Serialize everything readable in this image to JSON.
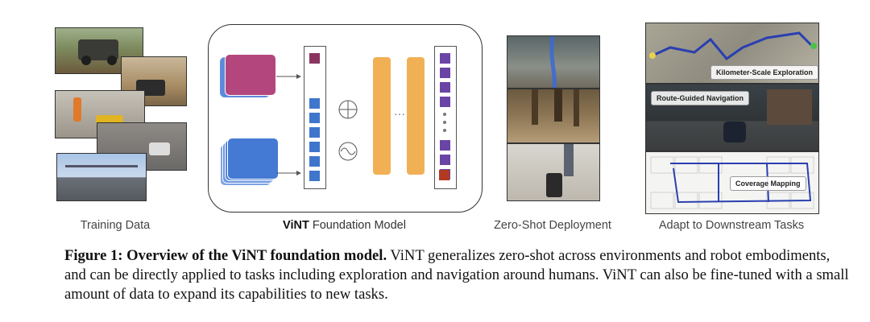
{
  "panels": {
    "training": {
      "caption": "Training Data"
    },
    "model": {
      "caption_bold": "ViNT",
      "caption_rest": " Foundation Model",
      "ellipsis": "···"
    },
    "deployment": {
      "caption": "Zero-Shot Deployment"
    },
    "downstream": {
      "caption": "Adapt to Downstream Tasks",
      "tasks": [
        "Kilometer-Scale Exploration",
        "Route-Guided Navigation",
        "Coverage Mapping"
      ]
    }
  },
  "figure": {
    "label": "Figure 1:",
    "title": "Overview of the ViNT foundation model.",
    "body": "ViNT generalizes zero-shot across environments and robot embodiments, and can be directly applied to tasks including exploration and navigation around humans. ViNT can also be fine-tuned with a small amount of data to expand its capabilities to new tasks."
  },
  "colors": {
    "goal_image": "#b3477d",
    "obs_image": "#4479d4",
    "token_blue": "#3f76cc",
    "token_purple": "#6a45a6",
    "transformer": "#f2b055",
    "action_token": "#b23a22",
    "route": "#2a3fb0"
  }
}
